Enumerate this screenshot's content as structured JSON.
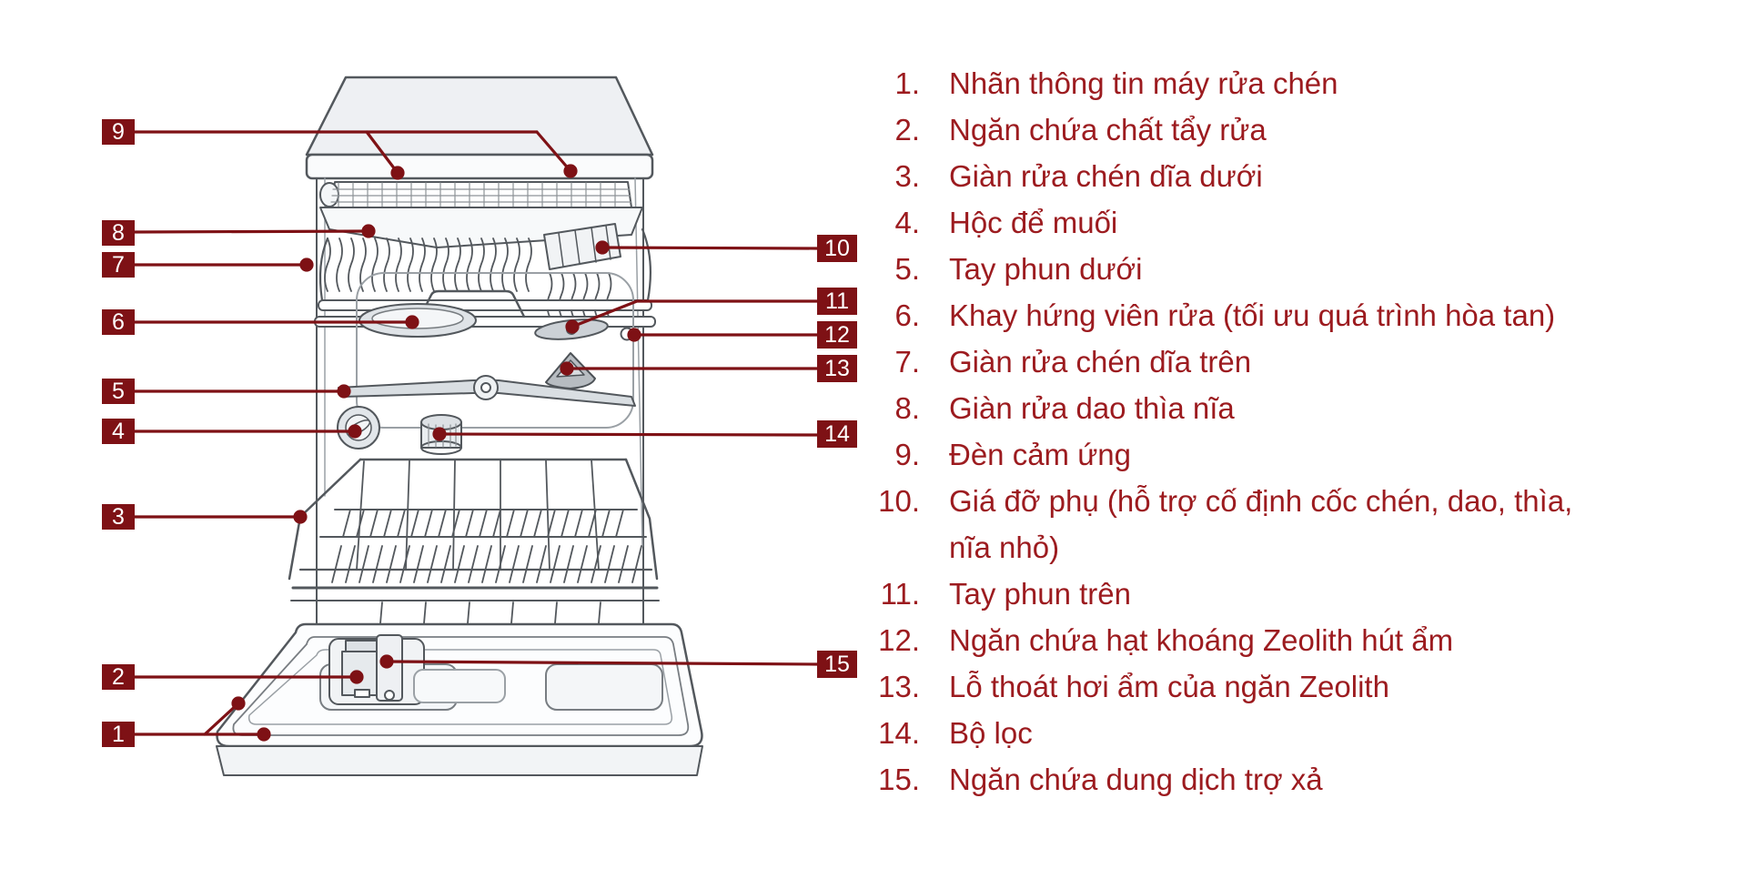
{
  "colors": {
    "accent": "#7E1115",
    "legend_text": "#9C1B1F",
    "drawing_stroke": "#53585D"
  },
  "legend": {
    "items": [
      {
        "num": "1.",
        "text": "Nhãn thông tin máy rửa chén"
      },
      {
        "num": "2.",
        "text": "Ngăn chứa chất tẩy rửa"
      },
      {
        "num": "3.",
        "text": "Giàn rửa chén dĩa dưới"
      },
      {
        "num": "4.",
        "text": "Hộc để muối"
      },
      {
        "num": "5.",
        "text": "Tay phun dưới"
      },
      {
        "num": "6.",
        "text": "Khay hứng viên rửa (tối ưu quá trình hòa tan)"
      },
      {
        "num": "7.",
        "text": "Giàn rửa chén dĩa trên"
      },
      {
        "num": "8.",
        "text": "Giàn rửa dao thìa nĩa"
      },
      {
        "num": "9.",
        "text": "Đèn cảm ứng"
      },
      {
        "num": "10.",
        "text": "Giá đỡ phụ (hỗ trợ cố định cốc chén, dao, thìa,\nnĩa nhỏ)"
      },
      {
        "num": "11.",
        "text": "Tay phun trên"
      },
      {
        "num": "12.",
        "text": "Ngăn chứa hạt khoáng Zeolith hút ẩm"
      },
      {
        "num": "13.",
        "text": "Lỗ thoát hơi ẩm của ngăn Zeolith"
      },
      {
        "num": "14.",
        "text": "Bộ lọc"
      },
      {
        "num": "15.",
        "text": "Ngăn chứa dung dịch trợ xả"
      }
    ]
  },
  "diagram": {
    "callouts": [
      {
        "num": "1"
      },
      {
        "num": "2"
      },
      {
        "num": "3"
      },
      {
        "num": "4"
      },
      {
        "num": "5"
      },
      {
        "num": "6"
      },
      {
        "num": "7"
      },
      {
        "num": "8"
      },
      {
        "num": "9"
      },
      {
        "num": "10"
      },
      {
        "num": "11"
      },
      {
        "num": "12"
      },
      {
        "num": "13"
      },
      {
        "num": "14"
      },
      {
        "num": "15"
      }
    ]
  }
}
